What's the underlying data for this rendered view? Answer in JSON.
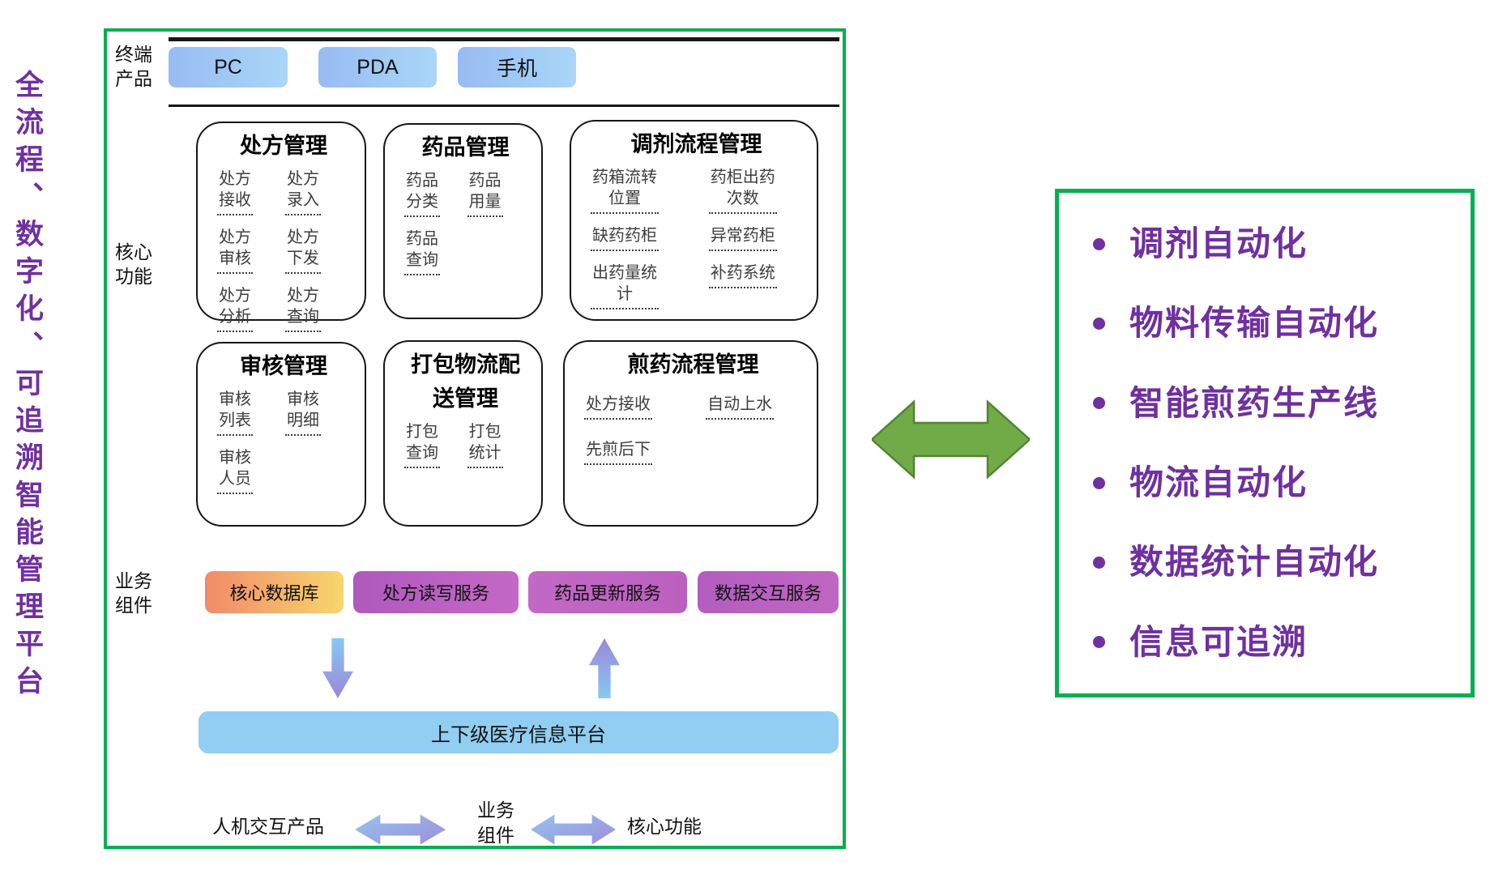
{
  "banner": {
    "vertical_text": "全流程、数字化、可追溯智能管理平台"
  },
  "terminal": {
    "label": "终端\n产品",
    "devices": [
      "PC",
      "PDA",
      "手机"
    ]
  },
  "core": {
    "label": "核心\n功能",
    "modules": [
      {
        "title": "处方管理",
        "columns": [
          [
            "处方\n接收",
            "处方\n审核",
            "处方\n分析"
          ],
          [
            "处方\n录入",
            "处方\n下发",
            "处方\n查询"
          ]
        ]
      },
      {
        "title": "药品管理",
        "columns": [
          [
            "药品\n分类",
            "药品\n查询"
          ],
          [
            "药品\n用量"
          ]
        ]
      },
      {
        "title": "调剂流程管理",
        "columns": [
          [
            "药箱流转\n位置",
            "缺药药柜",
            "出药量统\n计"
          ],
          [
            "药柜出药\n次数",
            "异常药柜",
            "补药系统"
          ]
        ]
      },
      {
        "title": "审核管理",
        "columns": [
          [
            "审核\n列表",
            "审核\n人员"
          ],
          [
            "审核\n明细"
          ]
        ]
      },
      {
        "title": "打包物流配\n送管理",
        "columns": [
          [
            "打包\n查询"
          ],
          [
            "打包\n统计"
          ]
        ]
      },
      {
        "title": "煎药流程管理",
        "columns": [
          [
            "处方接收",
            "先煎后下"
          ],
          [
            "自动上水"
          ]
        ]
      }
    ]
  },
  "business": {
    "label": "业务\n组件",
    "components": [
      "核心数据库",
      "处方读写服务",
      "药品更新服务",
      "数据交互服务"
    ]
  },
  "platform_bar": {
    "label": "上下级医疗信息平台"
  },
  "legend": {
    "items": [
      "人机交互产品",
      "业务\n组件",
      "核心功能"
    ]
  },
  "right_panel": {
    "bullets": [
      "调剂自动化",
      "物料传输自动化",
      "智能煎药生产线",
      "物流自动化",
      "数据统计自动化",
      "信息可追溯"
    ]
  },
  "colors": {
    "frame_green": "#00B050",
    "accent_purple": "#7030A0",
    "arrow_green": "#71AB47",
    "device_blue": "#A0C8F5",
    "database_orange": "#F18A6A",
    "database_yellow": "#F7D66D",
    "service_purple": "#BA62C1",
    "bar_blue": "#92CEF1"
  }
}
